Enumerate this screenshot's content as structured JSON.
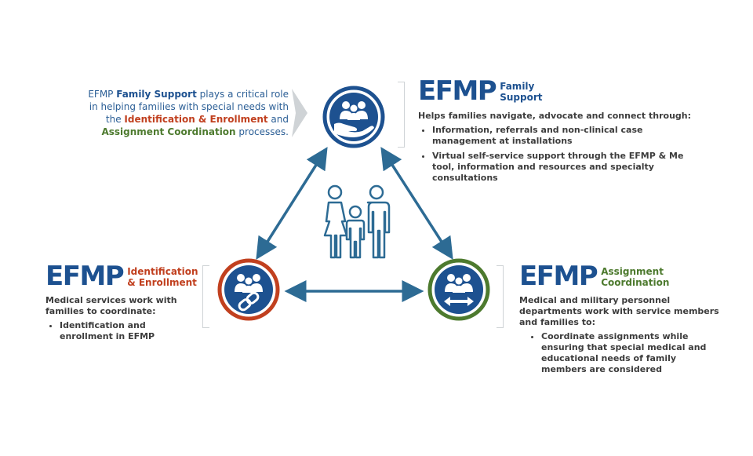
{
  "intro": {
    "part1": "EFMP ",
    "family_support": "Family Support",
    "part2": " plays a critical role in helping families with special needs with the ",
    "identification": "Identification & Enrollment",
    "part3": " and ",
    "assignment": "Assignment Coordination",
    "part4": " processes."
  },
  "family_support": {
    "brand": "EFMP",
    "sub_line1": "Family",
    "sub_line2": "Support",
    "intro": "Helps families navigate, advocate and connect through:",
    "bullets": [
      "Information, referrals and non-clinical case management at installations",
      "Virtual self-service support through the EFMP & Me tool, information and resources and specialty consultations"
    ]
  },
  "identification": {
    "brand": "EFMP",
    "sub_line1": "Identification",
    "sub_line2": "& Enrollment",
    "intro": "Medical services work with families to coordinate:",
    "bullets": [
      "Identification and enrollment in EFMP"
    ]
  },
  "assignment": {
    "brand": "EFMP",
    "sub_line1": "Assignment",
    "sub_line2": "Coordination",
    "intro": "Medical and military personnel departments work with service members and families to:",
    "bullets": [
      "Coordinate assignments while ensuring that special medical and educational needs of family members are considered"
    ]
  },
  "colors": {
    "blue": "#1d5190",
    "arrow": "#2d6b94",
    "red": "#c1401f",
    "green": "#4d7a2e",
    "gray": "#cfd3d6",
    "icon_blue": "#1d5190"
  },
  "icons": [
    "family-support-hand-icon",
    "identification-link-icon",
    "assignment-arrows-icon",
    "family-figures-icon"
  ]
}
